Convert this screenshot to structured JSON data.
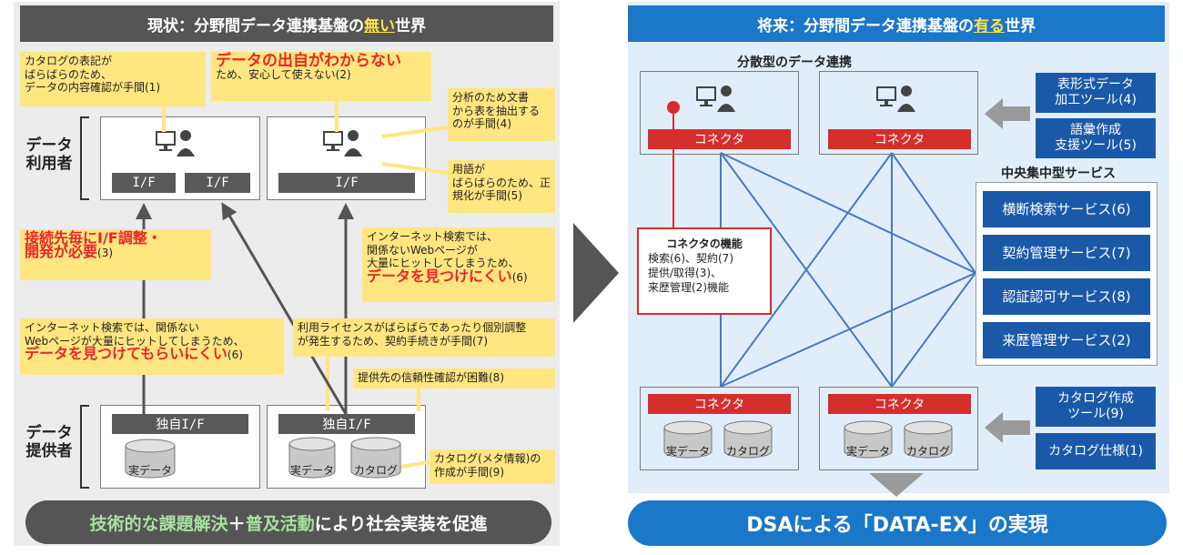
{
  "left": {
    "title_prefix": "現状：分野間データ連携基盤の",
    "title_highlight": "無い",
    "title_suffix": "世界",
    "role_user": [
      "データ",
      "利用者"
    ],
    "role_provider": [
      "データ",
      "提供者"
    ],
    "if_label": "I/F",
    "own_if_label": "独自I/F",
    "real_data": "実データ",
    "catalog": "カタログ",
    "notes": {
      "catalog_notation": [
        "カタログの表記が",
        "ばらばらのため、",
        "データの内容確認が手間(1)"
      ],
      "origin_red": "データの出自がわからない",
      "origin_rest": "ため、安心して使えない(2)",
      "analysis": [
        "分析のため文書",
        "から表を抽出する",
        "のが手間(4)"
      ],
      "terms": [
        "用語が",
        "ばらばらのため、正",
        "規化が手間(5)"
      ],
      "connect_red_1": "接続先毎にI/F調整・",
      "connect_red_2": "開発が必要",
      "connect_num": "(3)",
      "search_user": [
        "インターネット検索では、",
        "関係ないWebページが",
        "大量にヒットしてしまうため、"
      ],
      "search_user_red": "データを見つけにくい",
      "search_user_num": "(6)",
      "search_prov": "インターネット検索では、関係ない",
      "search_prov_2": "Webページが大量にヒットしてしまうため、",
      "search_prov_red": "データを見つけてもらいにくい",
      "search_prov_num": "(6)",
      "license": [
        "利用ライセンスがばらばらであったり個別調整",
        "が発生するため、契約手続きが手間(7)"
      ],
      "trust": "提供先の信頼性確認が困難(8)",
      "catalog_meta": [
        "カタログ(メタ情報)の",
        "作成が手間(9)"
      ]
    },
    "bottom_g1": "技術的な課題解決",
    "bottom_plus": "＋",
    "bottom_g2": "普及活動",
    "bottom_rest": "により社会実装を促進"
  },
  "right": {
    "title_prefix": "将来：分野間データ連携基盤の",
    "title_highlight": "有る",
    "title_suffix": "世界",
    "distributed_label": "分散型のデータ連携",
    "central_label": "中央集中型サービス",
    "connector": "コネクタ",
    "real_data": "実データ",
    "catalog": "カタログ",
    "connector_func": {
      "title": "コネクタの機能",
      "lines": [
        "検索(6)、契約(7)",
        "提供/取得(3)、",
        "来歴管理(2)機能"
      ]
    },
    "tools_top": [
      {
        "line1": "表形式データ",
        "line2": "加工ツール(4)"
      },
      {
        "line1": "語彙作成",
        "line2": "支援ツール(5)"
      }
    ],
    "services": [
      "横断検索サービス(6)",
      "契約管理サービス(7)",
      "認証認可サービス(8)",
      "来歴管理サービス(2)"
    ],
    "tools_bottom": [
      {
        "line1": "カタログ作成",
        "line2": "ツール(9)"
      },
      {
        "line1": "カタログ仕様(1)",
        "line2": ""
      }
    ],
    "bottom": "DSAによる「DATA-EX」の実現"
  },
  "colors": {
    "red": "#e8252a",
    "blue": "#1a59a8",
    "yellow": "#ffe680",
    "dark": "#555555"
  }
}
